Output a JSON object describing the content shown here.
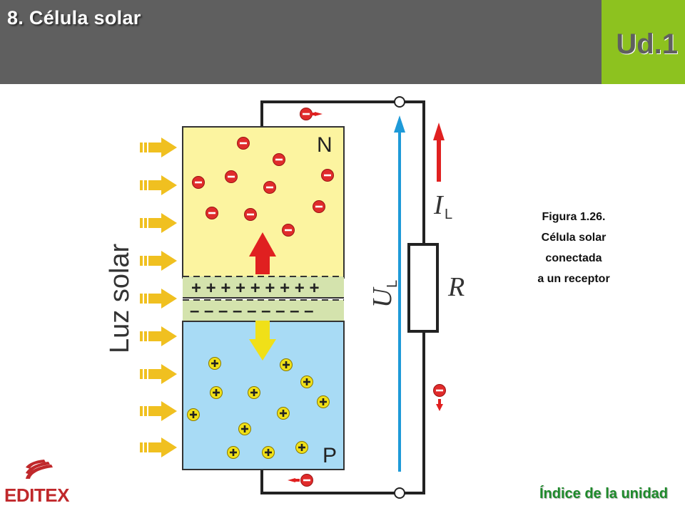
{
  "header": {
    "title": "8. Célula solar",
    "unit": "Ud.1",
    "bg_color": "#5f5f5f",
    "unit_color": "#8dc21f"
  },
  "diagram": {
    "side_label": "Luz solar",
    "n_label": "N",
    "p_label": "P",
    "plus_row": "+ + + + + + + + +",
    "minus_row": "– – – – – – – – –",
    "current_label": "I",
    "current_sub": "L",
    "voltage_label": "U",
    "voltage_sub": "L",
    "resistor_label": "R",
    "colors": {
      "n_region": "#fcf4a0",
      "p_region": "#a8dbf5",
      "junction": "#d4e3ad",
      "electron": "#e02b2b",
      "hole": "#f0e018",
      "sun_arrow": "#f0c020",
      "current_arrow": "#e02020",
      "voltage_arrow": "#1e9ad8"
    }
  },
  "caption": {
    "line1": "Figura 1.26.",
    "line2": "Célula solar",
    "line3": "conectada",
    "line4": "a un receptor"
  },
  "footer": {
    "brand": "EDITEX",
    "index_link": "Índice de la unidad",
    "brand_color": "#c0282b",
    "link_color": "#1e8a2b"
  }
}
